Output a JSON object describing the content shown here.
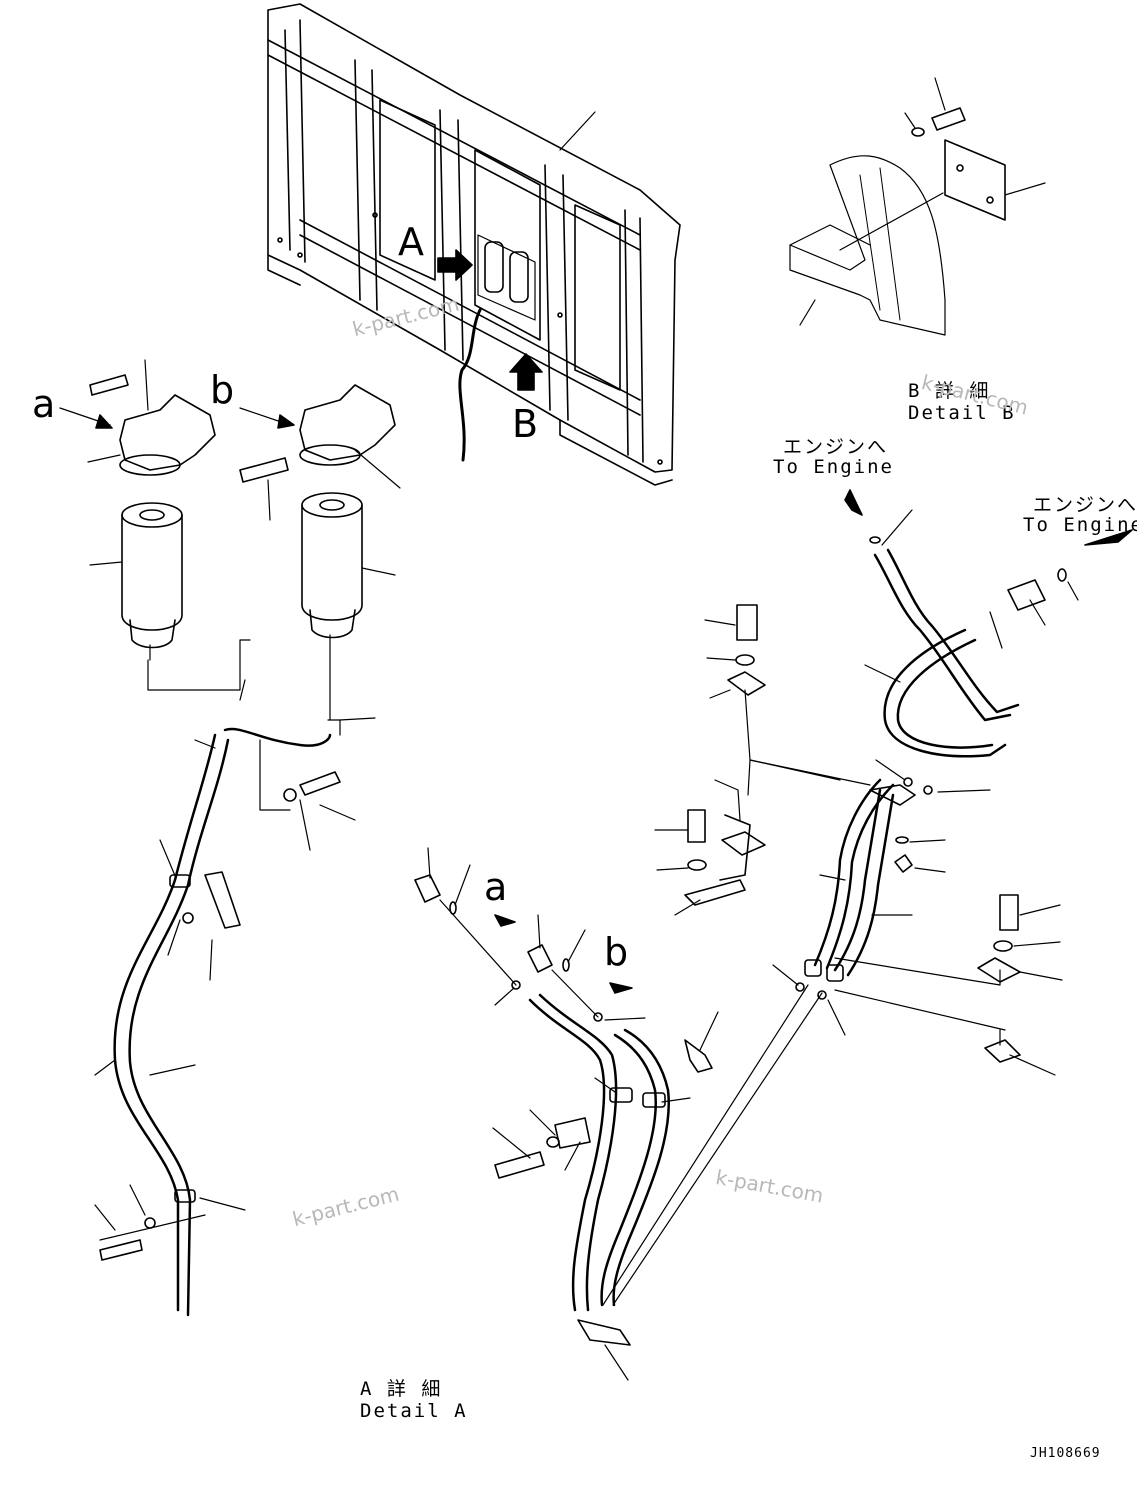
{
  "callouts": {
    "view_a": "A",
    "view_b": "B",
    "head_a": "a",
    "head_b": "b",
    "pipe_a": "a",
    "pipe_b": "b"
  },
  "detail_b": {
    "jp": "B 詳 細",
    "en": "Detail B"
  },
  "detail_a": {
    "jp": "A 詳 細",
    "en": "Detail A"
  },
  "to_engine_1": {
    "jp": "エンジンへ",
    "en": "To Engine"
  },
  "to_engine_2": {
    "jp": "エンジンへ",
    "en": "To Engine"
  },
  "watermark": "k-part.com",
  "drawing_number": "JH108669"
}
